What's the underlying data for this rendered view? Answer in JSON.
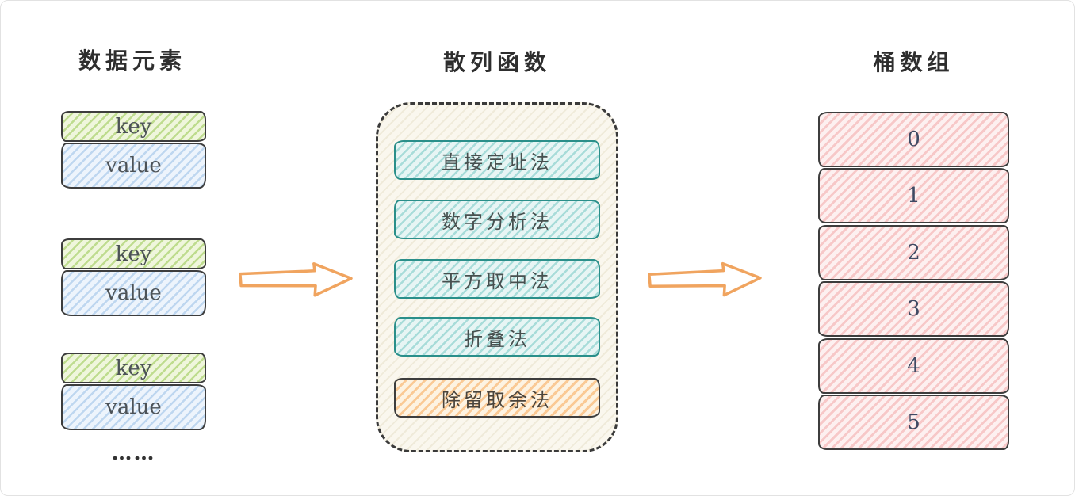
{
  "diagram": {
    "left": {
      "title": "数据元素",
      "pairs": [
        {
          "key": "key",
          "value": "value"
        },
        {
          "key": "key",
          "value": "value"
        },
        {
          "key": "key",
          "value": "value"
        }
      ],
      "ellipsis": "……"
    },
    "middle": {
      "title": "散列函数",
      "methods": [
        {
          "label": "直接定址法",
          "variant": "teal"
        },
        {
          "label": "数字分析法",
          "variant": "teal"
        },
        {
          "label": "平方取中法",
          "variant": "teal"
        },
        {
          "label": "折叠法",
          "variant": "teal"
        },
        {
          "label": "除留取余法",
          "variant": "orange"
        }
      ]
    },
    "right": {
      "title": "桶数组",
      "buckets": [
        "0",
        "1",
        "2",
        "3",
        "4",
        "5"
      ]
    },
    "colors": {
      "key_green": "#b5d97e",
      "value_blue": "#bcd8f0",
      "method_teal_fill": "#bfe7e4",
      "method_teal_border": "#2a8f8a",
      "method_orange": "#f6b26b",
      "bucket_pink": "#f8caca",
      "panel_cream": "#faf7ee",
      "arrow_orange": "#f0a45f",
      "ink": "#3d3d3d"
    }
  }
}
